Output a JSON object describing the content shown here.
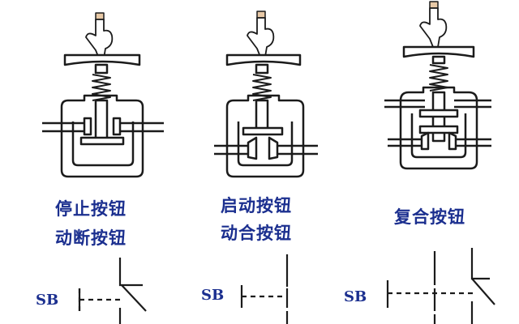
{
  "colors": {
    "line": "#1b1b1b",
    "label": "#1b2f8f",
    "hand_fill": "#ffffff",
    "finger_tip": "#e8c9a6"
  },
  "icons": [
    "pointing-hand-icon"
  ],
  "panels": [
    {
      "label_line1": "停止按钮",
      "label_line2": "动断按钮",
      "symbol_label": "SB"
    },
    {
      "label_line1": "启动按钮",
      "label_line2": "动合按钮",
      "symbol_label": "SB"
    },
    {
      "label_line1": "复合按钮",
      "symbol_label": "SB"
    }
  ]
}
